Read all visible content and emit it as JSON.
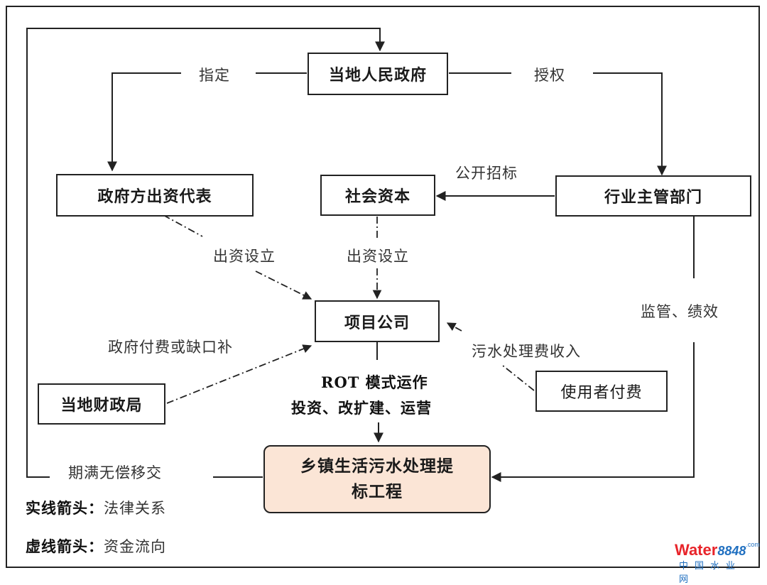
{
  "nodes": {
    "government": "当地人民政府",
    "gov_investor": "政府方出资代表",
    "social_capital": "社会资本",
    "industry_dept": "行业主管部门",
    "project_company": "项目公司",
    "finance_bureau": "当地财政局",
    "user_payment": "使用者付费",
    "target_project": "乡镇生活污水处理提标工程"
  },
  "edge_labels": {
    "designate": "指定",
    "authorize": "授权",
    "public_bidding": "公开招标",
    "invest_establish_left": "出资设立",
    "invest_establish_mid": "出资设立",
    "supervision": "监管、绩效",
    "gov_payment": "政府付费或缺口补",
    "sewage_fee": "污水处理费收入",
    "rot_line1": "ROT 模式运作",
    "rot_line2": "投资、改扩建、运营",
    "transfer": "期满无偿移交"
  },
  "legend": {
    "solid_key": "实线箭头：",
    "solid_value": "法律关系",
    "dashed_key": "虚线箭头：",
    "dashed_value": "资金流向"
  },
  "watermark": {
    "brand_a": "Water",
    "brand_b": "8848",
    "brand_c": ".com",
    "brand_cn": "中国水业网"
  },
  "colors": {
    "line": "#222222",
    "target_fill": "#fbe5d6",
    "watermark_red": "#e8242a",
    "watermark_blue": "#1f6fc0"
  }
}
